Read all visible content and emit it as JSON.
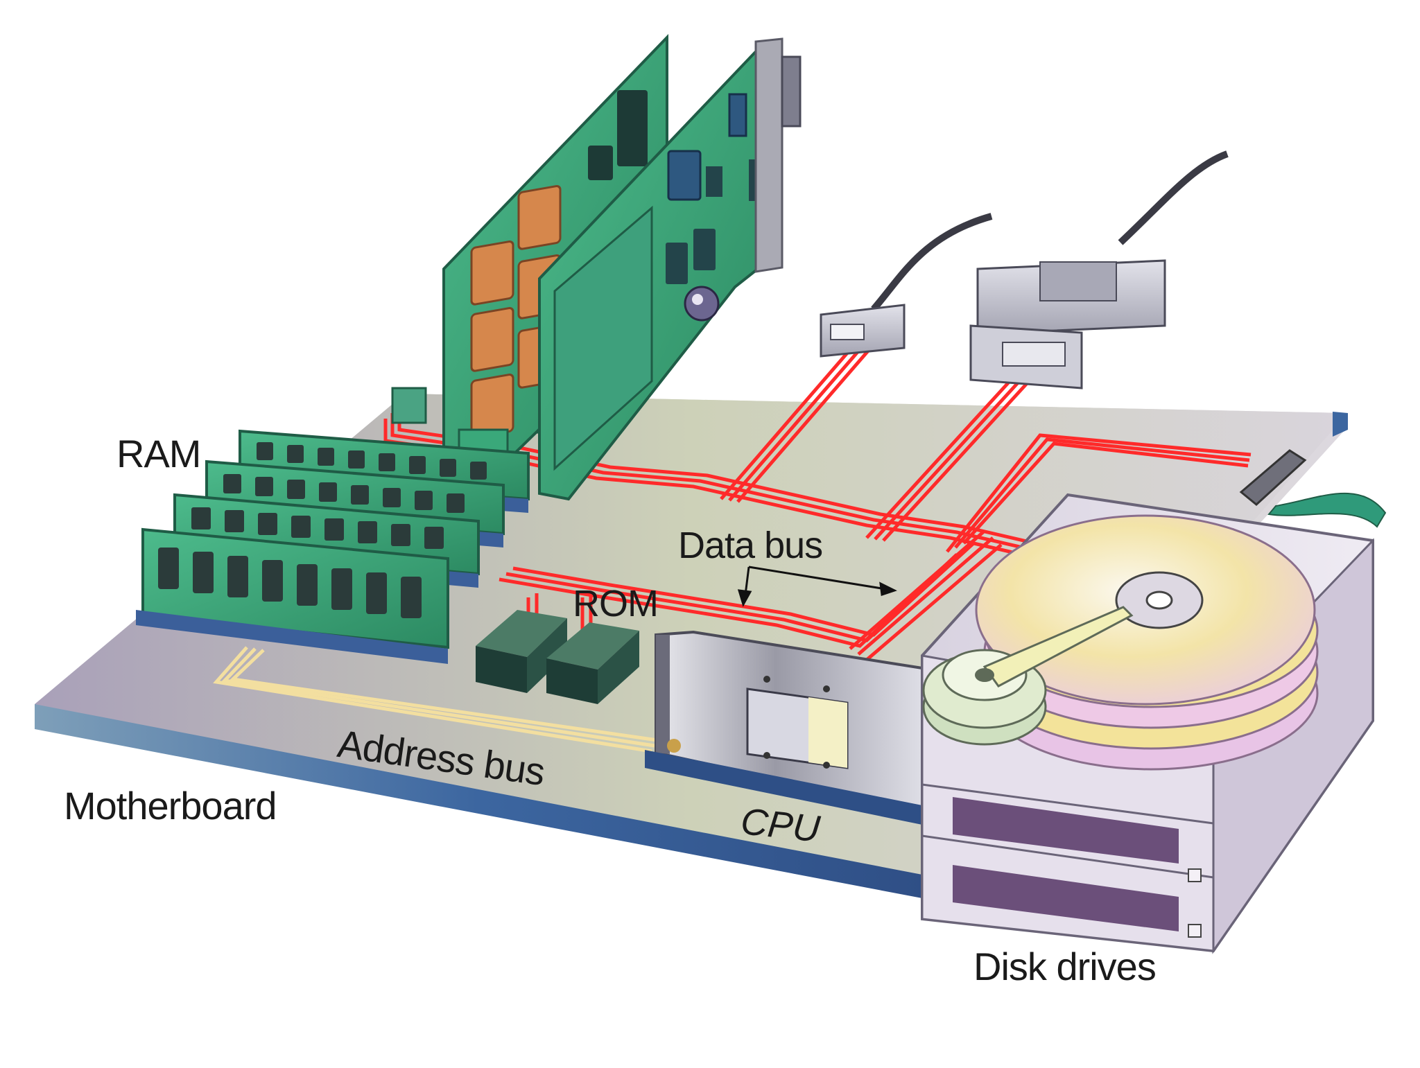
{
  "labels": {
    "ram": "RAM",
    "data_bus": "Data bus",
    "rom": "ROM",
    "address_bus": "Address bus",
    "motherboard": "Motherboard",
    "cpu": "CPU",
    "disk_drives": "Disk drives"
  },
  "colors": {
    "board_top": "#cfcfc2",
    "board_edge": "#3b5f9a",
    "pcb_green": "#3aa87a",
    "bus_red": "#ff2a2a",
    "address_bus_yellow": "#f3e0a0",
    "disk_platter": "#f2e3a6",
    "drive_case": "#d9d2e2"
  }
}
